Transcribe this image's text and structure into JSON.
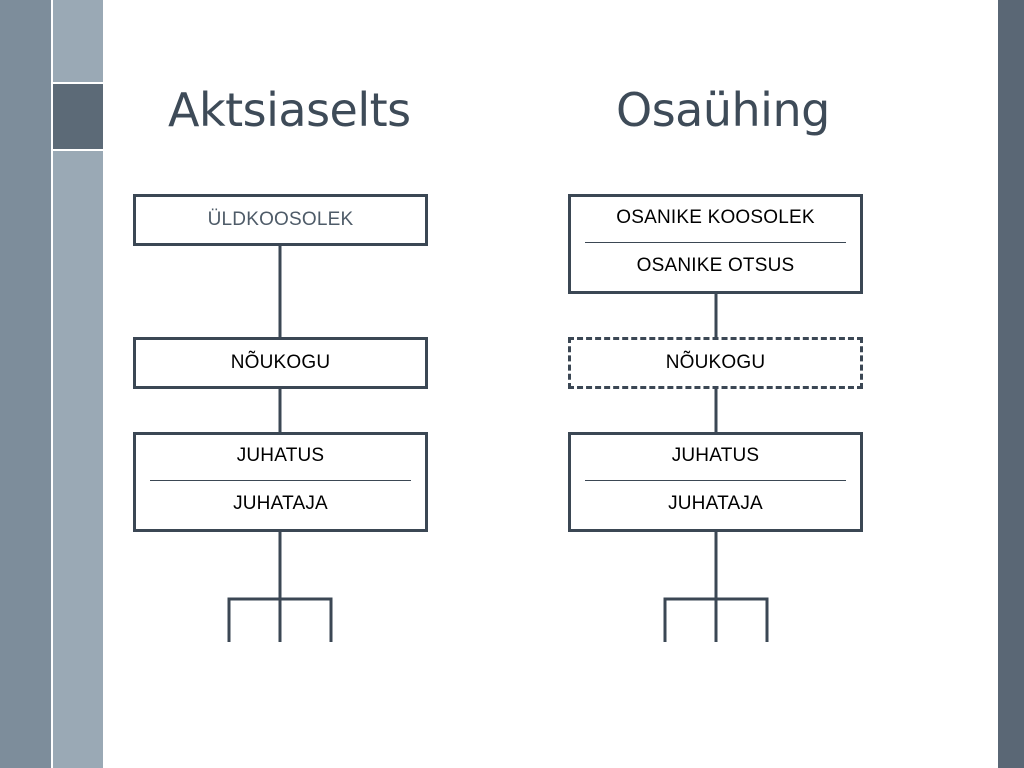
{
  "diagram": {
    "left": {
      "title": "Aktsiaselts",
      "general_meeting": "ÜLDKOOSOLEK",
      "supervisory_board": "NÕUKOGU",
      "management_board": "JUHATUS",
      "manager": "JUHATAJA"
    },
    "right": {
      "title": "Osaühing",
      "shareholders_meeting": "OSANIKE KOOSOLEK",
      "shareholders_resolution": "OSANIKE OTSUS",
      "supervisory_board": "NÕUKOGU",
      "management_board": "JUHATUS",
      "manager": "JUHATAJA"
    }
  },
  "colors": {
    "line": "#3b4754",
    "heading": "#3e4b58",
    "sidebar_outer": "#7d8d9b",
    "sidebar_inner": "#9aa9b5",
    "sidebar_accent": "#5c6a77",
    "right_bar": "#5a6775"
  }
}
